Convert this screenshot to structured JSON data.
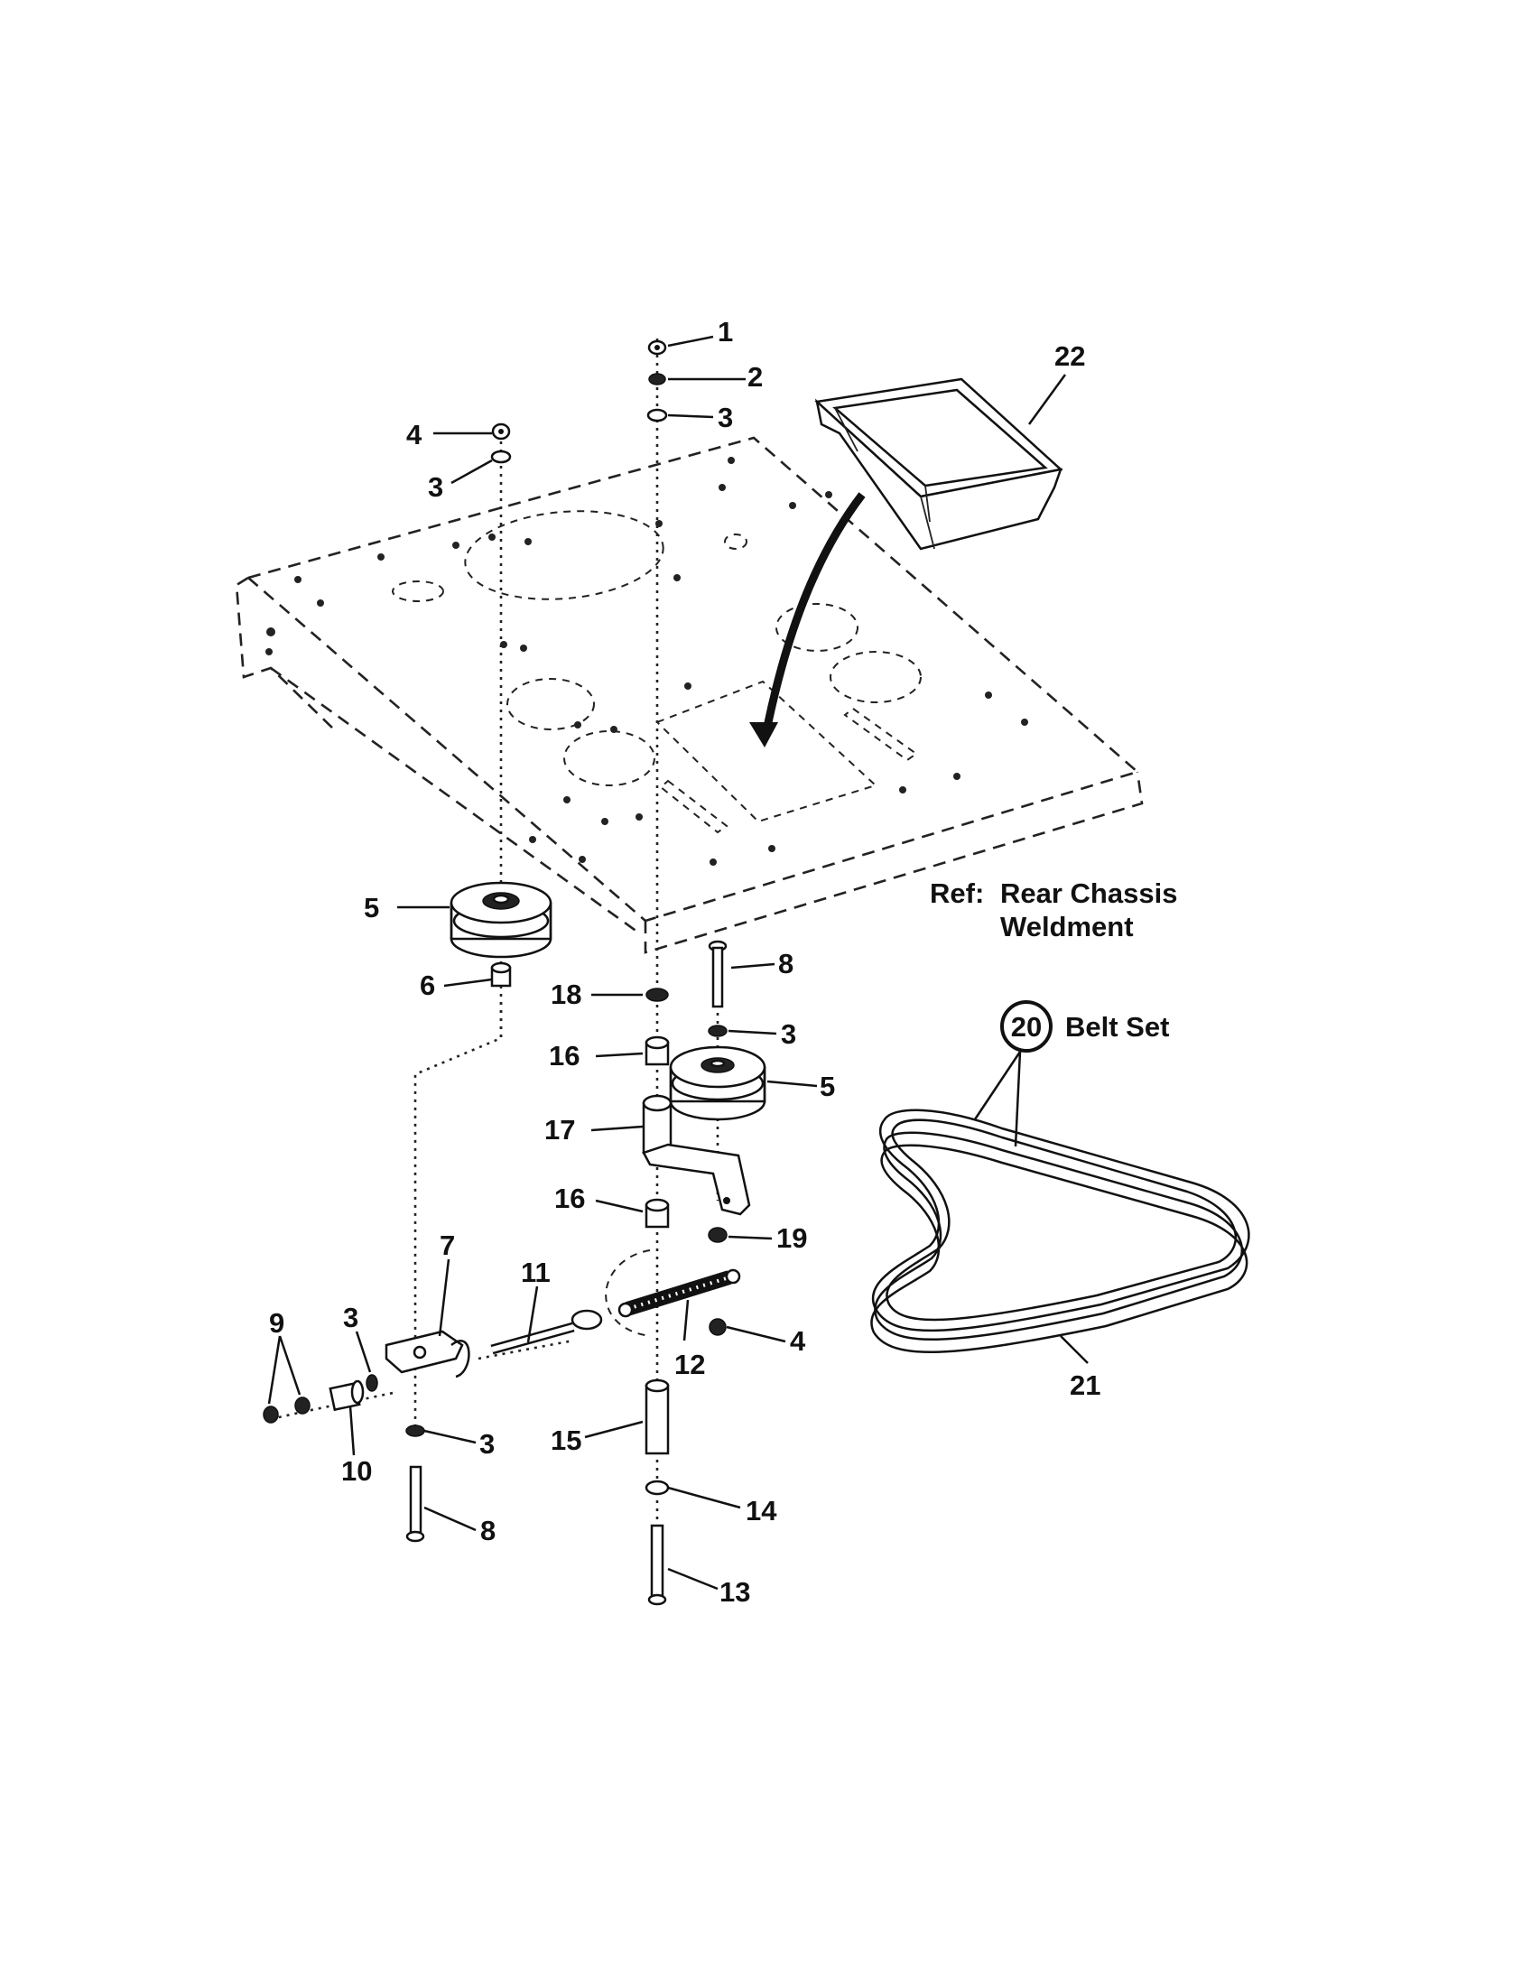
{
  "reference": {
    "prefix": "Ref:",
    "line1": "Rear Chassis",
    "line2": "Weldment"
  },
  "belt_set_label": "Belt Set",
  "callouts": {
    "c1": "1",
    "c2": "2",
    "c3_top": "3",
    "c4_top": "4",
    "c3_left": "3",
    "c22": "22",
    "c5_left": "5",
    "c6": "6",
    "c18": "18",
    "c8_top": "8",
    "c3_mid": "3",
    "c16_top": "16",
    "c5_right": "5",
    "c17": "17",
    "c16_bottom": "16",
    "c19": "19",
    "c7": "7",
    "c11": "11",
    "c9": "9",
    "c3_lower_left": "3",
    "c12": "12",
    "c4_bottom": "4",
    "c10": "10",
    "c3_bottom": "3",
    "c15": "15",
    "c14": "14",
    "c8_bottom": "8",
    "c13": "13",
    "c20": "20",
    "c21": "21"
  }
}
